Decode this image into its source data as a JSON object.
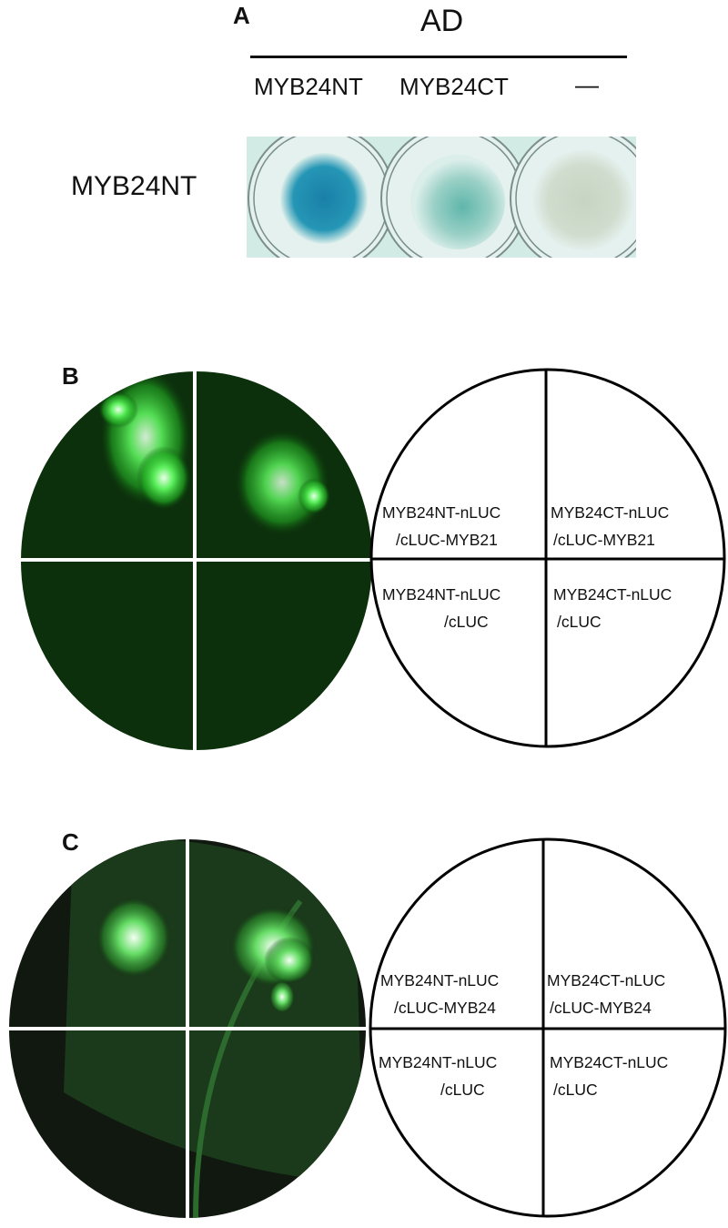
{
  "panel_a": {
    "letter": "A",
    "header": "AD",
    "columns": [
      "MYB24NT",
      "MYB24CT",
      "—"
    ],
    "row_label": "MYB24NT",
    "wells": [
      {
        "label": "MYB24NT",
        "color": "#1f8fae",
        "intensity": "strong"
      },
      {
        "label": "MYB24CT",
        "color": "#7cc4bc",
        "intensity": "weak"
      },
      {
        "label": "—",
        "color": "#cfd9cc",
        "intensity": "none"
      }
    ]
  },
  "panel_b": {
    "letter": "B",
    "quadrants": [
      {
        "line1": "MYB24NT-nLUC",
        "line2": "/cLUC-MYB21",
        "signal": "strong"
      },
      {
        "line1": "MYB24CT-nLUC",
        "line2": "/cLUC-MYB21",
        "signal": "strong"
      },
      {
        "line1": "MYB24NT-nLUC",
        "line2": "/cLUC",
        "signal": "none"
      },
      {
        "line1": "MYB24CT-nLUC",
        "line2": "/cLUC",
        "signal": "none"
      }
    ]
  },
  "panel_c": {
    "letter": "C",
    "quadrants": [
      {
        "line1": "MYB24NT-nLUC",
        "line2": "/cLUC-MYB24",
        "signal": "strong"
      },
      {
        "line1": "MYB24CT-nLUC",
        "line2": "/cLUC-MYB24",
        "signal": "strong"
      },
      {
        "line1": "MYB24NT-nLUC",
        "line2": "/cLUC",
        "signal": "none"
      },
      {
        "line1": "MYB24CT-nLUC",
        "line2": "/cLUC",
        "signal": "none"
      }
    ]
  },
  "colors": {
    "luc_signal": "#3ddc3d",
    "leaf_bg": "#0a2a0a",
    "well_plate": "#d6ebe6"
  }
}
